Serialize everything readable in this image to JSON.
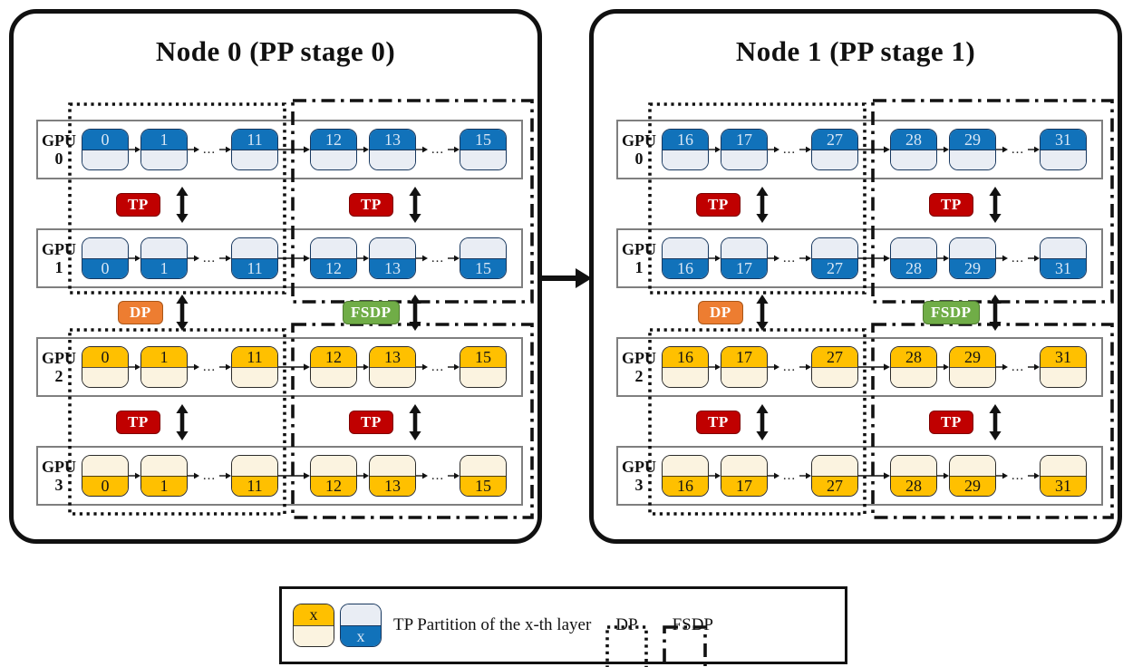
{
  "nodes": [
    {
      "title": "Node 0 (PP stage 0)",
      "gpus": [
        {
          "label_line1": "GPU",
          "label_line2": "0",
          "palette": "blue",
          "numbered_half": "top",
          "groups": [
            [
              "0",
              "1",
              "11"
            ],
            [
              "12",
              "13",
              "15"
            ]
          ]
        },
        {
          "label_line1": "GPU",
          "label_line2": "1",
          "palette": "blue",
          "numbered_half": "bottom",
          "groups": [
            [
              "0",
              "1",
              "11"
            ],
            [
              "12",
              "13",
              "15"
            ]
          ]
        },
        {
          "label_line1": "GPU",
          "label_line2": "2",
          "palette": "yellow",
          "numbered_half": "top",
          "groups": [
            [
              "0",
              "1",
              "11"
            ],
            [
              "12",
              "13",
              "15"
            ]
          ]
        },
        {
          "label_line1": "GPU",
          "label_line2": "3",
          "palette": "yellow",
          "numbered_half": "bottom",
          "groups": [
            [
              "0",
              "1",
              "11"
            ],
            [
              "12",
              "13",
              "15"
            ]
          ]
        }
      ]
    },
    {
      "title": "Node 1 (PP stage 1)",
      "gpus": [
        {
          "label_line1": "GPU",
          "label_line2": "0",
          "palette": "blue",
          "numbered_half": "top",
          "groups": [
            [
              "16",
              "17",
              "27"
            ],
            [
              "28",
              "29",
              "31"
            ]
          ]
        },
        {
          "label_line1": "GPU",
          "label_line2": "1",
          "palette": "blue",
          "numbered_half": "bottom",
          "groups": [
            [
              "16",
              "17",
              "27"
            ],
            [
              "28",
              "29",
              "31"
            ]
          ]
        },
        {
          "label_line1": "GPU",
          "label_line2": "2",
          "palette": "yellow",
          "numbered_half": "top",
          "groups": [
            [
              "16",
              "17",
              "27"
            ],
            [
              "28",
              "29",
              "31"
            ]
          ]
        },
        {
          "label_line1": "GPU",
          "label_line2": "3",
          "palette": "yellow",
          "numbered_half": "bottom",
          "groups": [
            [
              "16",
              "17",
              "27"
            ],
            [
              "28",
              "29",
              "31"
            ]
          ]
        }
      ]
    }
  ],
  "ellipsis": "...",
  "badges": {
    "tp": "TP",
    "dp": "DP",
    "fsdp": "FSDP"
  },
  "legend": {
    "yellow_block_label": "x",
    "blue_block_label": "x",
    "tp_partition_text": "TP Partition of the x-th layer",
    "dp_label": "DP",
    "fsdp_label": "FSDP"
  },
  "colors": {
    "blue_fill": "#1172BA",
    "blue_border": "#17375E",
    "blue_light": "#E9EDF4",
    "blue_number": "#D9E7F5",
    "yellow_fill": "#FFC000",
    "yellow_border": "#2B2B2B",
    "yellow_light": "#FBF3E0",
    "tp_red": "#C00000",
    "dp_orange": "#ED7D31",
    "fsdp_green": "#70AD47"
  }
}
